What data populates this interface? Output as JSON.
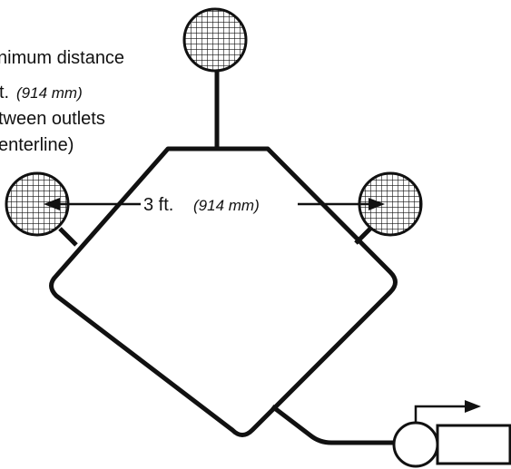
{
  "caption": {
    "line1": "nimum distance",
    "line2_prefix": "t.",
    "line2_metric": "(914 mm)",
    "line3": "tween outlets",
    "line4": "enterline)"
  },
  "dimension": {
    "imperial": "3 ft.",
    "metric": "(914 mm)"
  },
  "colors": {
    "stroke": "#111111",
    "background": "#ffffff"
  },
  "icons": {
    "outlet": "grated-drain-outlet-icon",
    "pump": "pump-icon",
    "flow": "flow-arrow-icon"
  }
}
